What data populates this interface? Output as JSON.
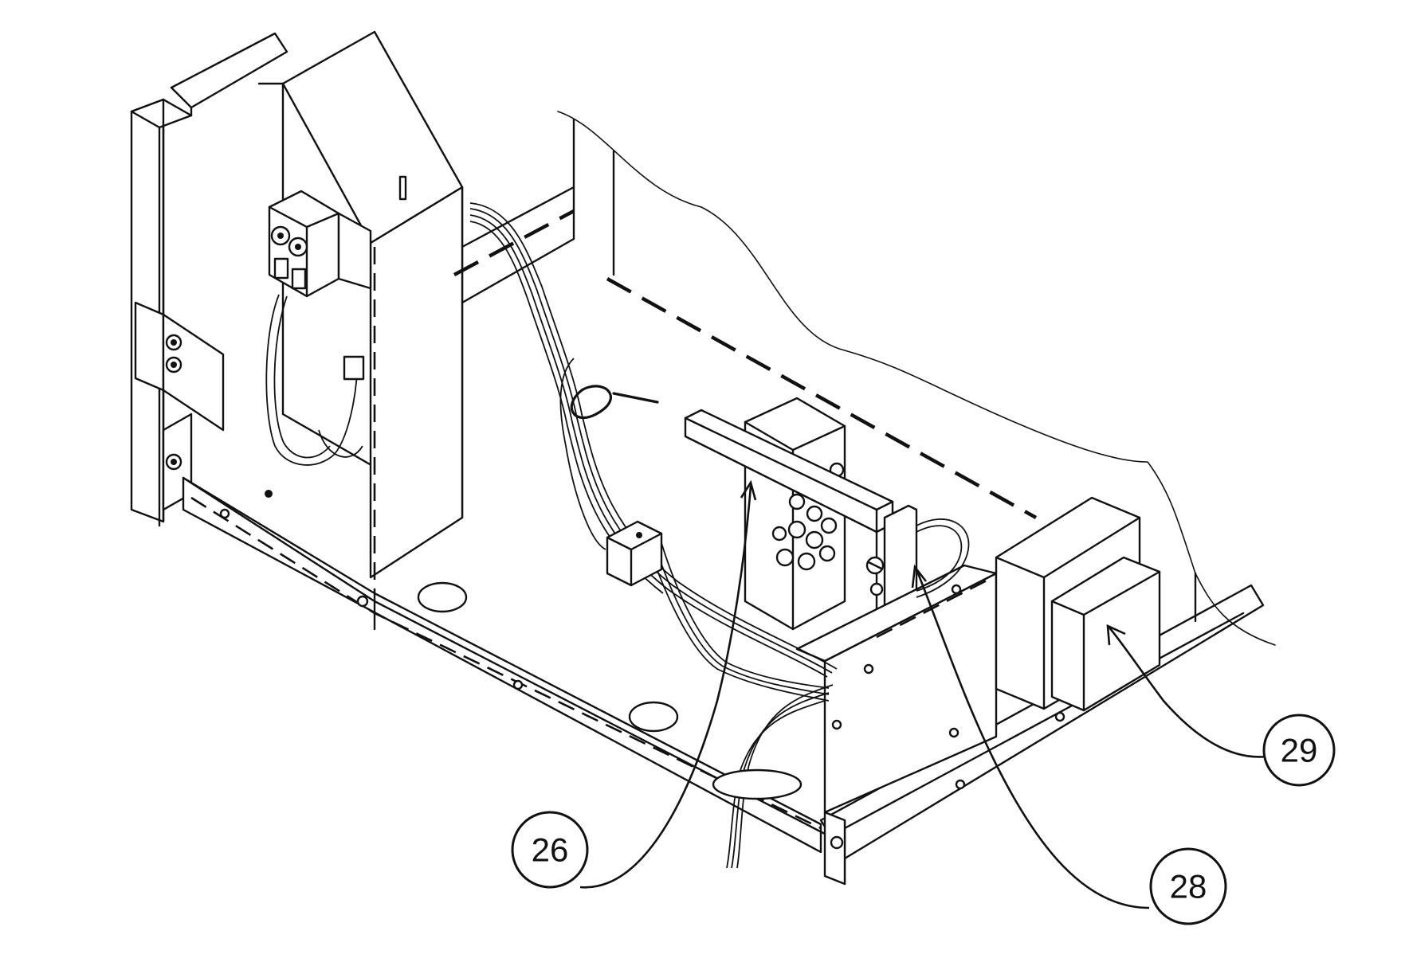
{
  "callouts": [
    {
      "id": "26",
      "label": "26"
    },
    {
      "id": "28",
      "label": "28"
    },
    {
      "id": "29",
      "label": "29"
    }
  ]
}
